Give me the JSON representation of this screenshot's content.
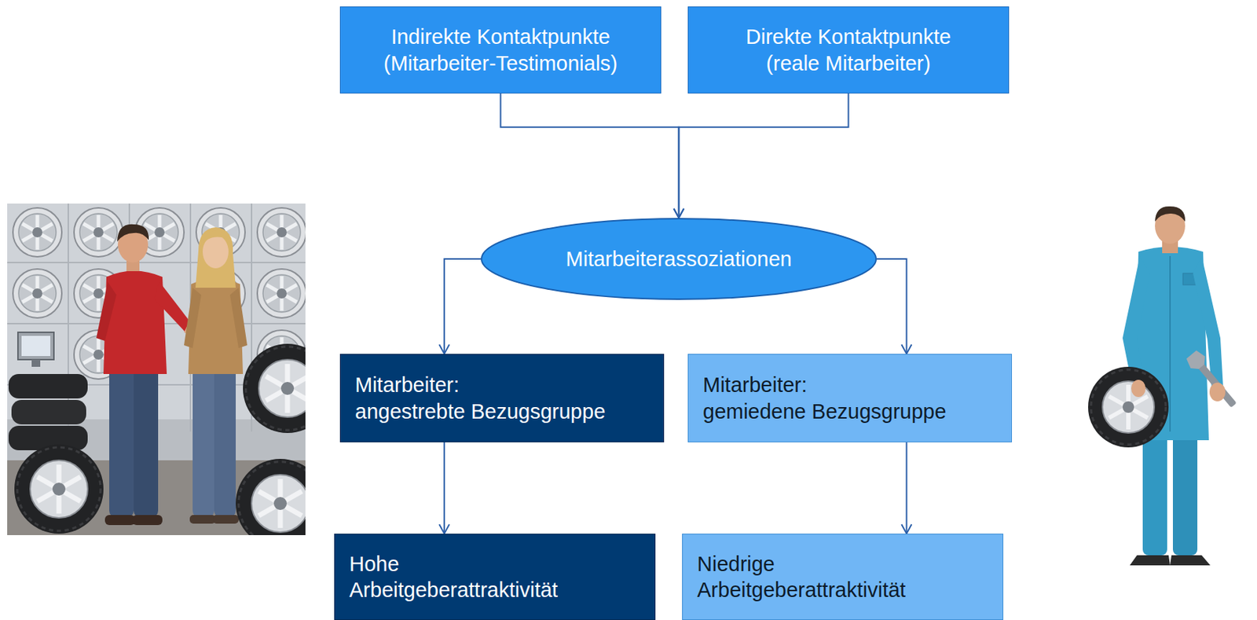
{
  "diagram": {
    "nodes": [
      {
        "text": [
          "Indirekte Kontaktpunkte (Mitarbeiter-Testimonials)"
        ]
      },
      {
        "text": [
          "Direkte Kontaktpunkte (reale Mitarbeiter)"
        ]
      },
      {
        "text": [
          "Mitarbeiterassoziationen"
        ]
      },
      {
        "text": [
          "Mitarbeiter:",
          "angestrebte Bezugsgruppe"
        ]
      },
      {
        "text": [
          "Mitarbeiter:",
          "gemiedene Bezugsgruppe"
        ]
      },
      {
        "text": [
          "Hohe Arbeitgeberattraktivität"
        ]
      },
      {
        "text": [
          "Niedrige Arbeitgeberattraktivität"
        ]
      }
    ],
    "edges": [
      {
        "from": 0,
        "to": 2,
        "arrow": "to"
      },
      {
        "from": 1,
        "to": 2,
        "arrow": "to"
      },
      {
        "from": 2,
        "to": 3,
        "arrow": "to"
      },
      {
        "from": 2,
        "to": 4,
        "arrow": "to"
      },
      {
        "from": 3,
        "to": 5,
        "arrow": "to"
      },
      {
        "from": 4,
        "to": 6,
        "arrow": "to"
      }
    ]
  }
}
